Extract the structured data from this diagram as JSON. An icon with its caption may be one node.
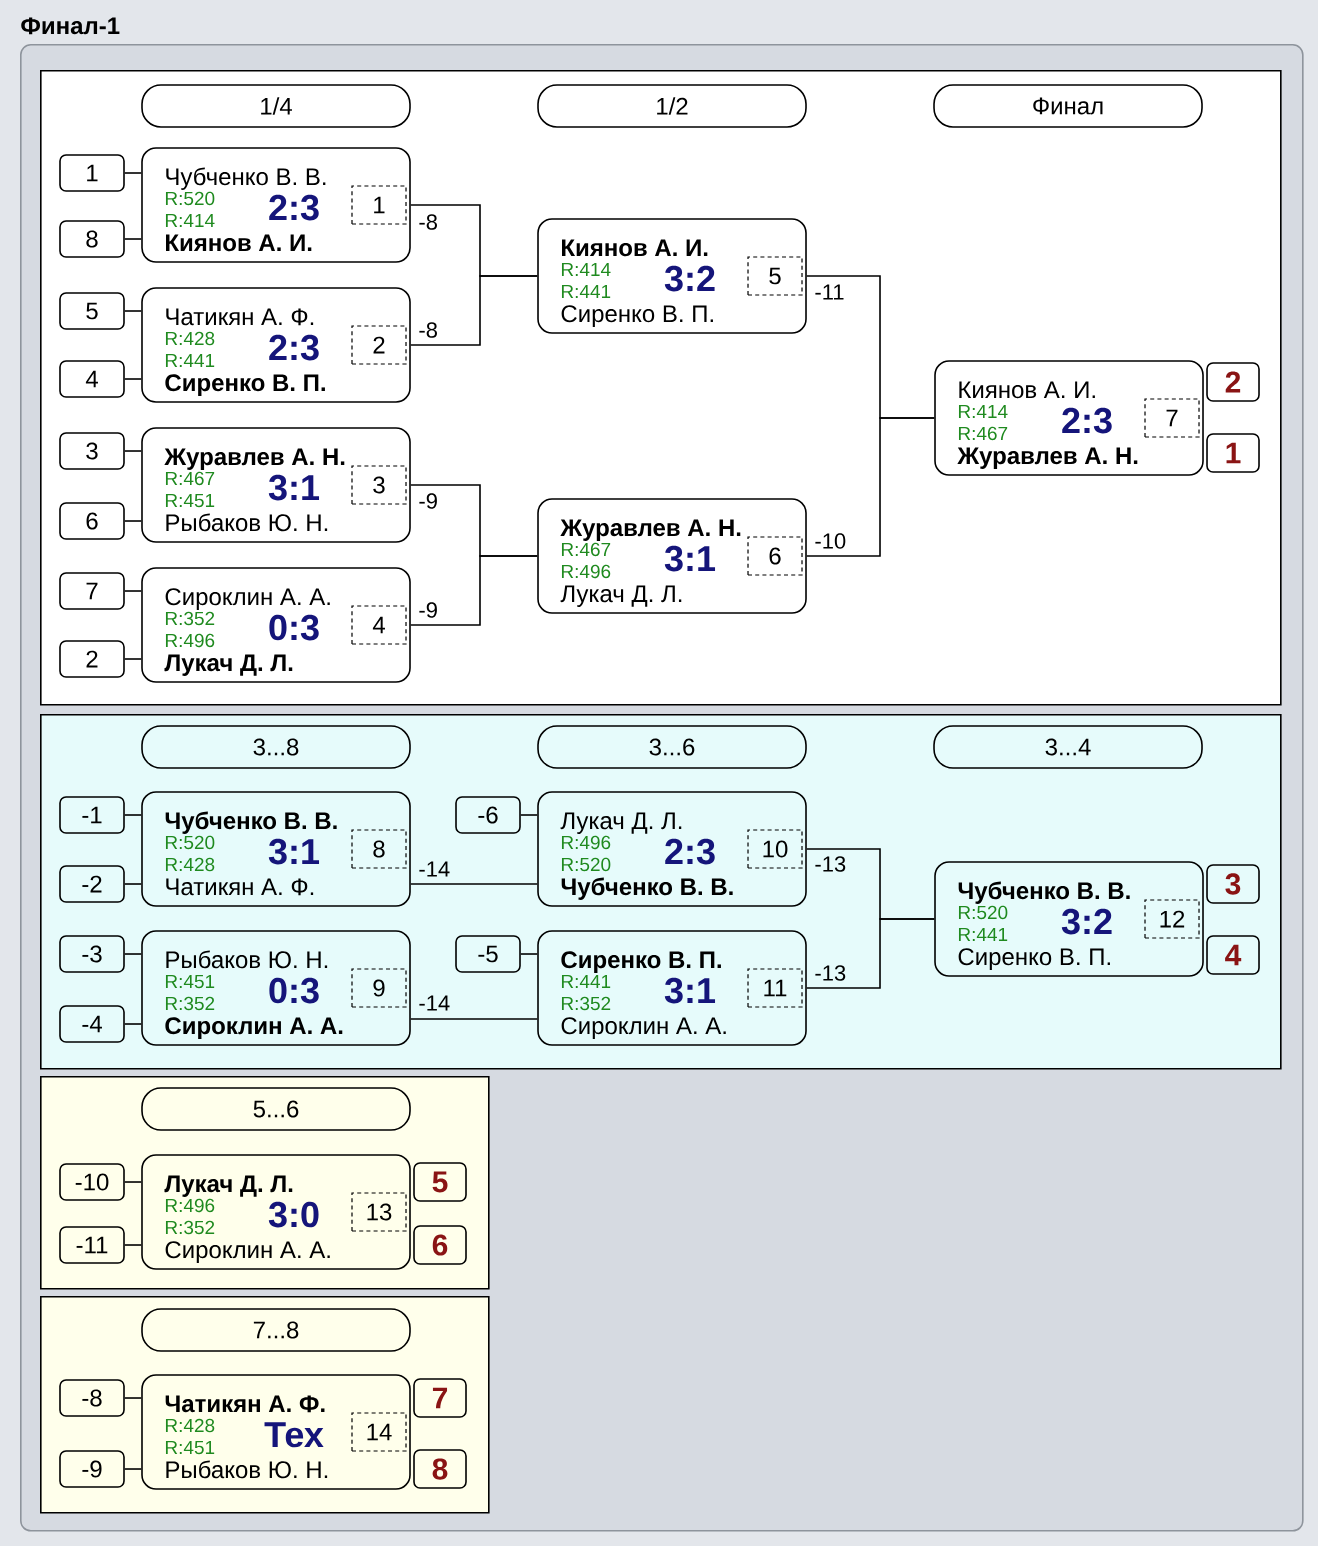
{
  "diagram": {
    "nodes": [
      {
        "text": [
          "Финал-1"
        ]
      },
      {
        "text": [],
        "shape": "box",
        "in": 0
      },
      {
        "text": [
          "1/4"
        ],
        "in": 1
      },
      {
        "text": [
          "1/2"
        ],
        "in": 1
      },
      {
        "text": [
          "Финал"
        ],
        "in": 1
      },
      {
        "text": [
          "1"
        ],
        "in": 1
      },
      {
        "text": [
          "8"
        ],
        "in": 1
      },
      {
        "text": [
          "Чубченко В. В.",
          "R:520",
          "R:414",
          "2:3",
          "Киянов А. И."
        ],
        "in": 1
      },
      {
        "text": [
          "1"
        ],
        "in": 7
      },
      {
        "text": [
          "5"
        ],
        "in": 1
      },
      {
        "text": [
          "4"
        ],
        "in": 1
      },
      {
        "text": [
          "Чатикян А. Ф.",
          "R:428",
          "R:441",
          "2:3",
          "Сиренко В. П."
        ],
        "in": 1
      },
      {
        "text": [
          "2"
        ],
        "in": 11
      },
      {
        "text": [
          "3"
        ],
        "in": 1
      },
      {
        "text": [
          "6"
        ],
        "in": 1
      },
      {
        "text": [
          "Журавлев А. Н.",
          "R:467",
          "R:451",
          "3:1",
          "Рыбаков Ю. Н."
        ],
        "in": 1
      },
      {
        "text": [
          "3"
        ],
        "in": 15
      },
      {
        "text": [
          "7"
        ],
        "in": 1
      },
      {
        "text": [
          "2"
        ],
        "in": 1
      },
      {
        "text": [
          "Сироклин А. А.",
          "R:352",
          "R:496",
          "0:3",
          "Лукач Д. Л."
        ],
        "in": 1
      },
      {
        "text": [
          "4"
        ],
        "in": 19
      },
      {
        "text": [
          "Киянов А. И.",
          "R:414",
          "R:441",
          "3:2",
          "Сиренко В. П."
        ],
        "in": 1
      },
      {
        "text": [
          "5"
        ],
        "in": 21
      },
      {
        "text": [
          "Журавлев А. Н.",
          "R:467",
          "R:496",
          "3:1",
          "Лукач Д. Л."
        ],
        "in": 1
      },
      {
        "text": [
          "6"
        ],
        "in": 23
      },
      {
        "text": [
          "Киянов А. И.",
          "R:414",
          "R:467",
          "2:3",
          "Журавлев А. Н."
        ],
        "in": 1
      },
      {
        "text": [
          "7"
        ],
        "in": 25
      },
      {
        "text": [
          "2"
        ],
        "in": 1
      },
      {
        "text": [
          "1"
        ],
        "in": 1
      },
      {
        "text": [],
        "shape": "box",
        "in": 0
      },
      {
        "text": [
          "3...8"
        ],
        "in": 29
      },
      {
        "text": [
          "3...6"
        ],
        "in": 29
      },
      {
        "text": [
          "3...4"
        ],
        "in": 29
      },
      {
        "text": [
          "-1"
        ],
        "in": 29
      },
      {
        "text": [
          "-2"
        ],
        "in": 29
      },
      {
        "text": [
          "Чубченко В. В.",
          "R:520",
          "R:428",
          "3:1",
          "Чатикян А. Ф."
        ],
        "in": 29
      },
      {
        "text": [
          "8"
        ],
        "in": 35
      },
      {
        "text": [
          "-3"
        ],
        "in": 29
      },
      {
        "text": [
          "-4"
        ],
        "in": 29
      },
      {
        "text": [
          "Рыбаков Ю. Н.",
          "R:451",
          "R:352",
          "0:3",
          "Сироклин А. А."
        ],
        "in": 29
      },
      {
        "text": [
          "9"
        ],
        "in": 39
      },
      {
        "text": [
          "-6"
        ],
        "in": 29
      },
      {
        "text": [
          "Лукач Д. Л.",
          "R:496",
          "R:520",
          "2:3",
          "Чубченко В. В."
        ],
        "in": 29
      },
      {
        "text": [
          "10"
        ],
        "in": 42
      },
      {
        "text": [
          "-5"
        ],
        "in": 29
      },
      {
        "text": [
          "Сиренко В. П.",
          "R:441",
          "R:352",
          "3:1",
          "Сироклин А. А."
        ],
        "in": 29
      },
      {
        "text": [
          "11"
        ],
        "in": 45
      },
      {
        "text": [
          "Чубченко В. В.",
          "R:520",
          "R:441",
          "3:2",
          "Сиренко В. П."
        ],
        "in": 29
      },
      {
        "text": [
          "12"
        ],
        "in": 47
      },
      {
        "text": [
          "3"
        ],
        "in": 29
      },
      {
        "text": [
          "4"
        ],
        "in": 29
      },
      {
        "text": [],
        "shape": "box",
        "in": 0
      },
      {
        "text": [
          "5...6"
        ],
        "in": 51
      },
      {
        "text": [
          "-10"
        ],
        "in": 51
      },
      {
        "text": [
          "-11"
        ],
        "in": 51
      },
      {
        "text": [
          "Лукач Д. Л.",
          "R:496",
          "R:352",
          "3:0",
          "Сироклин А. А."
        ],
        "in": 51
      },
      {
        "text": [
          "13"
        ],
        "in": 55
      },
      {
        "text": [
          "5"
        ],
        "in": 51
      },
      {
        "text": [
          "6"
        ],
        "in": 51
      },
      {
        "text": [],
        "shape": "box",
        "in": 0
      },
      {
        "text": [
          "7...8"
        ],
        "in": 59
      },
      {
        "text": [
          "-8"
        ],
        "in": 59
      },
      {
        "text": [
          "-9"
        ],
        "in": 59
      },
      {
        "text": [
          "Чатикян А. Ф.",
          "R:428",
          "R:451",
          "Тех",
          "Рыбаков Ю. Н."
        ],
        "in": 59
      },
      {
        "text": [
          "14"
        ],
        "in": 63
      },
      {
        "text": [
          "7"
        ],
        "in": 59
      },
      {
        "text": [
          "8"
        ],
        "in": 59
      }
    ],
    "edges": [
      {
        "from": 5,
        "to": 7,
        "arrow": "none"
      },
      {
        "from": 6,
        "to": 7,
        "arrow": "none"
      },
      {
        "from": 9,
        "to": 11,
        "arrow": "none"
      },
      {
        "from": 10,
        "to": 11,
        "arrow": "none"
      },
      {
        "from": 13,
        "to": 15,
        "arrow": "none"
      },
      {
        "from": 14,
        "to": 15,
        "arrow": "none"
      },
      {
        "from": 17,
        "to": 19,
        "arrow": "none"
      },
      {
        "from": 18,
        "to": 19,
        "arrow": "none"
      },
      {
        "from": 7,
        "to": 21,
        "arrow": "none",
        "label": "-8"
      },
      {
        "from": 11,
        "to": 21,
        "arrow": "none",
        "label": "-8"
      },
      {
        "from": 15,
        "to": 23,
        "arrow": "none",
        "label": "-9"
      },
      {
        "from": 19,
        "to": 23,
        "arrow": "none",
        "label": "-9"
      },
      {
        "from": 21,
        "to": 25,
        "arrow": "none",
        "label": "-11"
      },
      {
        "from": 23,
        "to": 25,
        "arrow": "none",
        "label": "-10"
      },
      {
        "from": 33,
        "to": 35,
        "arrow": "none"
      },
      {
        "from": 34,
        "to": 35,
        "arrow": "none"
      },
      {
        "from": 37,
        "to": 39,
        "arrow": "none"
      },
      {
        "from": 38,
        "to": 39,
        "arrow": "none"
      },
      {
        "from": 41,
        "to": 42,
        "arrow": "none"
      },
      {
        "from": 35,
        "to": 42,
        "arrow": "none",
        "label": "-14"
      },
      {
        "from": 44,
        "to": 45,
        "arrow": "none"
      },
      {
        "from": 39,
        "to": 45,
        "arrow": "none",
        "label": "-14"
      },
      {
        "from": 42,
        "to": 47,
        "arrow": "none",
        "label": "-13"
      },
      {
        "from": 45,
        "to": 47,
        "arrow": "none",
        "label": "-13"
      },
      {
        "from": 53,
        "to": 55,
        "arrow": "none"
      },
      {
        "from": 54,
        "to": 55,
        "arrow": "none"
      },
      {
        "from": 61,
        "to": 63,
        "arrow": "none"
      },
      {
        "from": 62,
        "to": 63,
        "arrow": "none"
      }
    ]
  }
}
